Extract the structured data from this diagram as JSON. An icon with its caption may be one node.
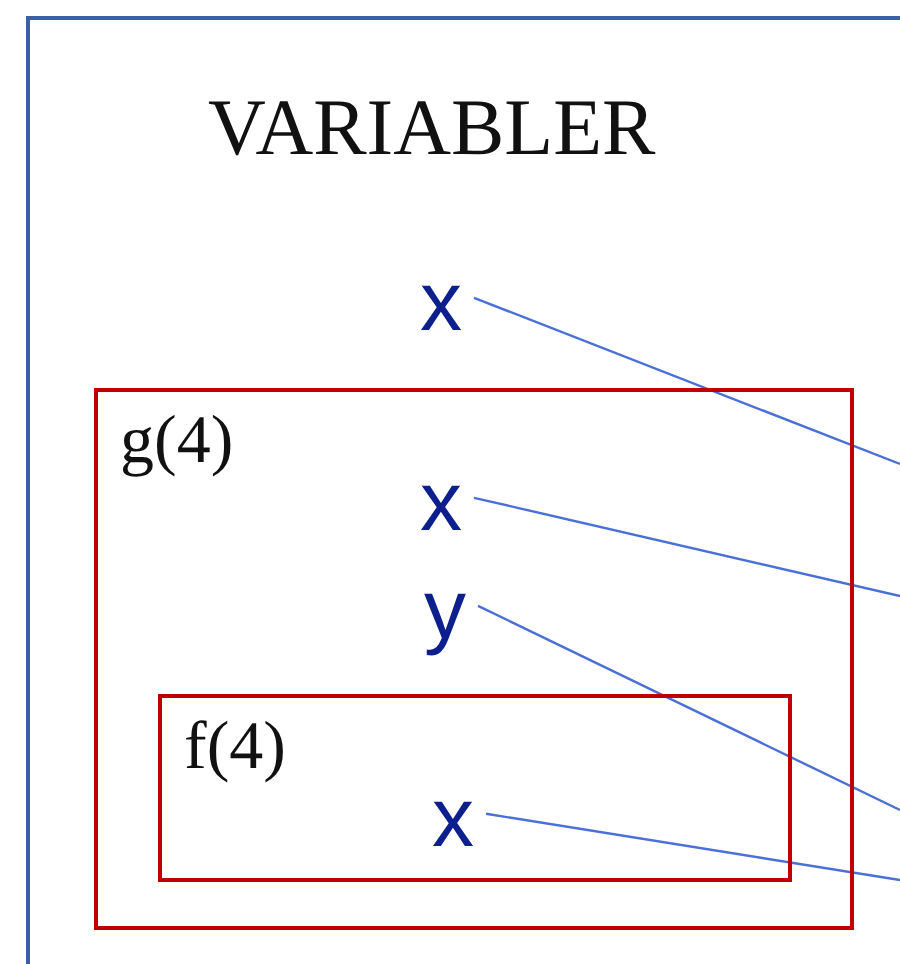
{
  "diagram": {
    "title": "VARIABLER",
    "nodes": [
      {
        "text": [
          "x"
        ]
      },
      {
        "text": [
          "g(4)"
        ]
      },
      {
        "text": [
          "x"
        ],
        "in": 1
      },
      {
        "text": [
          "y"
        ],
        "in": 1
      },
      {
        "text": [
          "f(4)"
        ],
        "in": 1
      },
      {
        "text": [
          "x"
        ],
        "in": 4
      }
    ],
    "edges": [
      {
        "from": 0,
        "to": null,
        "arrow": "none"
      },
      {
        "from": 2,
        "to": null,
        "arrow": "none"
      },
      {
        "from": 3,
        "to": null,
        "arrow": "none"
      },
      {
        "from": 5,
        "to": null,
        "arrow": "none"
      }
    ]
  }
}
